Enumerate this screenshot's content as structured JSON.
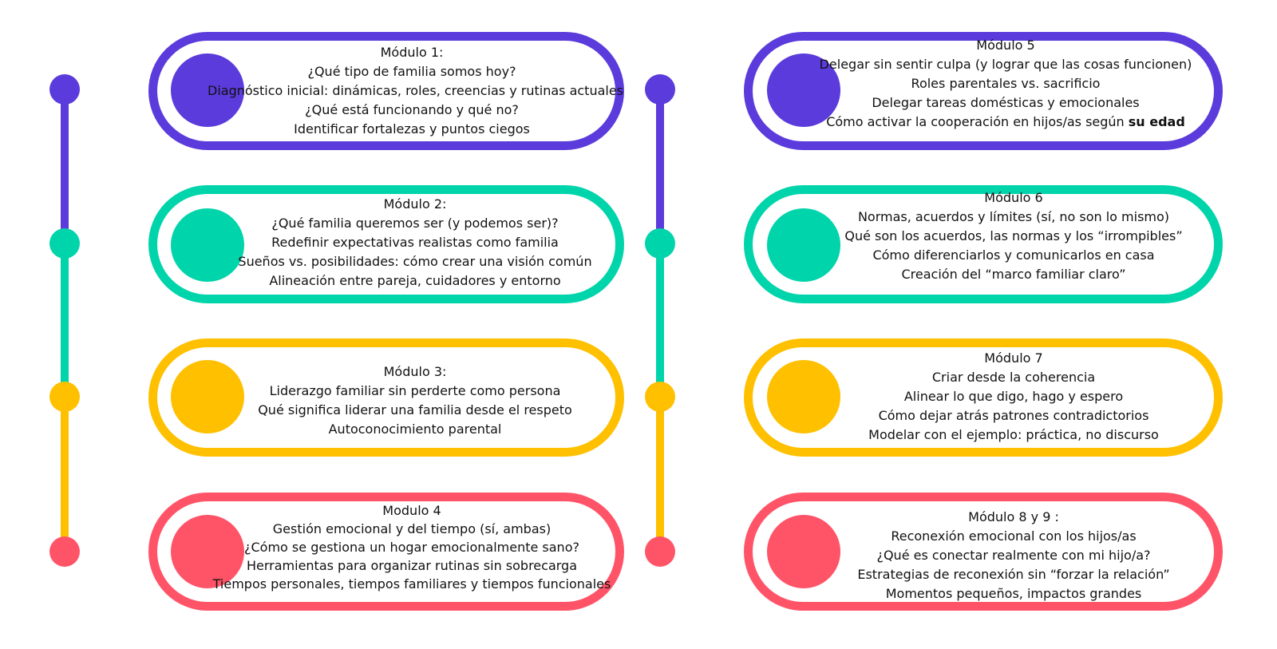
{
  "colors": {
    "purple": "#5b3bdb",
    "teal": "#00d4aa",
    "yellow": "#ffc000",
    "red": "#ff5468"
  },
  "left_modules": [
    {
      "title": "Módulo 1:",
      "lines": [
        "¿Qué tipo de familia somos hoy?",
        "Diagnóstico inicial: dinámicas, roles, creencias y rutinas actuales",
        "¿Qué está funcionando y qué no?",
        "Identificar fortalezas y puntos ciegos"
      ]
    },
    {
      "title": "Módulo 2:",
      "lines": [
        "¿Qué familia queremos ser (y podemos ser)?",
        "Redefinir expectativas realistas como familia",
        "Sueños vs. posibilidades: cómo crear una visión común",
        "Alineación entre pareja, cuidadores y entorno"
      ]
    },
    {
      "title": "Módulo 3:",
      "lines": [
        "Liderazgo familiar sin perderte como persona",
        "Qué significa liderar una familia desde el respeto",
        "Autoconocimiento parental"
      ]
    },
    {
      "title": "Modulo 4",
      "lines": [
        "Gestión emocional y del tiempo (sí, ambas)",
        "¿Cómo se gestiona un hogar emocionalmente sano?",
        "Herramientas para organizar rutinas sin sobrecarga",
        "Tiempos personales, tiempos familiares y tiempos funcionales"
      ]
    }
  ],
  "right_modules": [
    {
      "title": "Módulo 5",
      "lines": [
        "Delegar sin sentir culpa (y lograr que las cosas funcionen)",
        "Roles parentales vs. sacrificio",
        "Delegar tareas domésticas y emocionales"
      ],
      "last_line_prefix": "Cómo activar la cooperación en hijos/as según ",
      "last_line_bold": "su edad"
    },
    {
      "title": "Módulo 6",
      "lines": [
        "Normas, acuerdos y límites (sí, no son lo mismo)",
        "Qué son los acuerdos, las normas y los “irrompibles”",
        "Cómo diferenciarlos y comunicarlos en casa",
        "Creación del “marco familiar claro”"
      ]
    },
    {
      "title": "Módulo 7",
      "lines": [
        "Criar desde la coherencia",
        "Alinear lo que digo, hago y espero",
        "Cómo dejar atrás patrones contradictorios",
        "Modelar con el ejemplo: práctica, no discurso"
      ]
    },
    {
      "title": "Módulo 8 y 9 :",
      "lines": [
        "Reconexión emocional con los hijos/as",
        "¿Qué es conectar realmente con mi hijo/a?",
        "Estrategias de reconexión sin “forzar la relación”",
        "Momentos pequeños, impactos grandes"
      ]
    }
  ]
}
